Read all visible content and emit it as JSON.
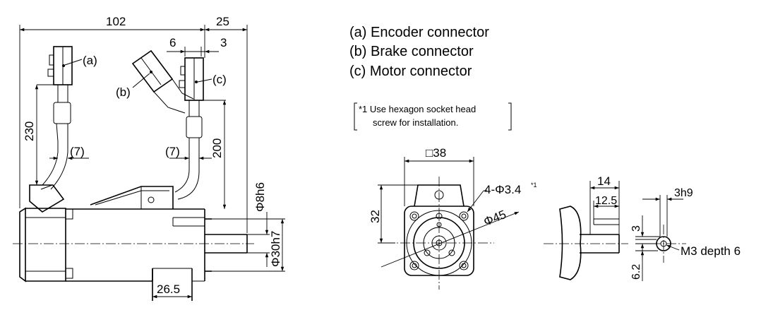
{
  "legend": {
    "a": "(a) Encoder connector",
    "b": "(b) Brake connector",
    "c": "(c) Motor connector"
  },
  "note": {
    "line1": "*1 Use hexagon socket head",
    "line2": "screw for installation."
  },
  "side_view": {
    "dim_102": "102",
    "dim_25": "25",
    "dim_6": "6",
    "dim_3": "3",
    "dim_230": "230",
    "dim_200": "200",
    "dim_7_left": "(7)",
    "dim_7_right": "(7)",
    "dim_26_5": "26.5",
    "dim_phi8h6": "Φ8h6",
    "dim_phi30h7": "Φ30h7",
    "label_a": "(a)",
    "label_b": "(b)",
    "label_c": "(c)"
  },
  "front_view": {
    "dim_square38": "□38",
    "dim_32": "32",
    "dim_holes": "4-Φ3.4",
    "dim_holes_sup": "*1",
    "dim_phi45": "Φ45"
  },
  "shaft_view": {
    "dim_14": "14",
    "dim_12_5": "12.5",
    "dim_3h9": "3h9",
    "dim_3": "3",
    "dim_6_2": "6.2",
    "dim_m3": "M3 depth 6"
  }
}
